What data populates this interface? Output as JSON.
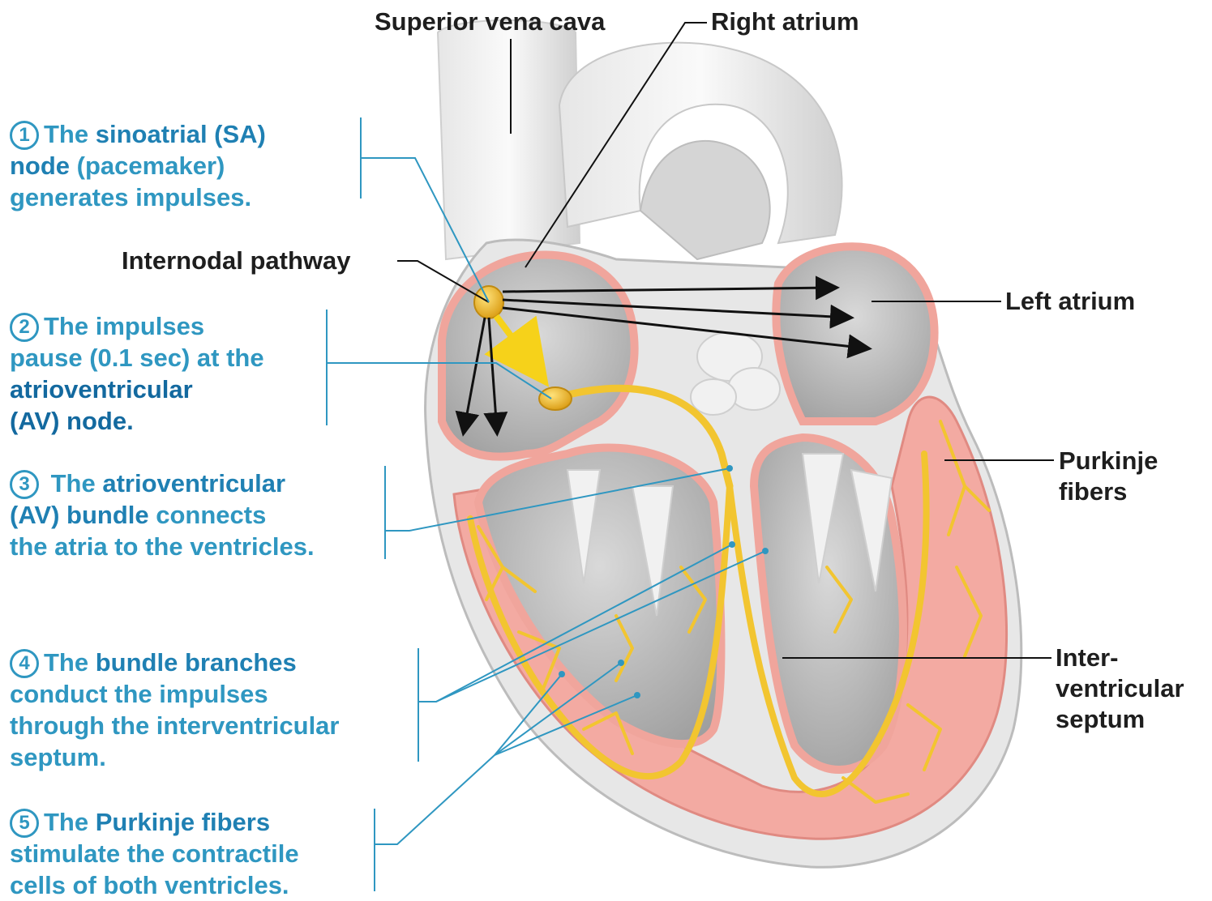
{
  "labels": {
    "superior_vena_cava": "Superior vena cava",
    "right_atrium": "Right atrium",
    "internodal_pathway": "Internodal pathway",
    "left_atrium": "Left atrium",
    "purkinje_fibers_1": "Purkinje",
    "purkinje_fibers_2": "fibers",
    "interventricular_1": "Inter-",
    "interventricular_2": "ventricular",
    "interventricular_3": "septum"
  },
  "steps": [
    {
      "number": "1",
      "pre": "The ",
      "bold": "sinoatrial (SA)",
      "line2_bold": "node",
      "line2": " (pacemaker)",
      "line3": "generates impulses."
    },
    {
      "number": "2",
      "pre": "The impulses",
      "line2": "pause (0.1 sec) at the",
      "line3_bold": "atrioventricular",
      "line4_bold": "(AV) node."
    },
    {
      "number": "3",
      "pre": " The ",
      "bold": "atrioventricular",
      "line2_bold": "(AV) bundle",
      "line2": " connects",
      "line3": "the atria to the ventricles."
    },
    {
      "number": "4",
      "pre": "The ",
      "bold": "bundle branches",
      "line2": "conduct the impulses",
      "line3": "through the interventricular",
      "line4": "septum."
    },
    {
      "number": "5",
      "pre": "The ",
      "bold": "Purkinje fibers",
      "line2": "stimulate the contractile",
      "line3": "cells of both ventricles."
    }
  ],
  "colors": {
    "step_text": "#2f97c1",
    "leader_teal": "#2f97c1",
    "myocardium_pink": "#f3aaa2",
    "conduction_yellow": "#f2c530",
    "chamber_gray": "#b9b9b9"
  }
}
